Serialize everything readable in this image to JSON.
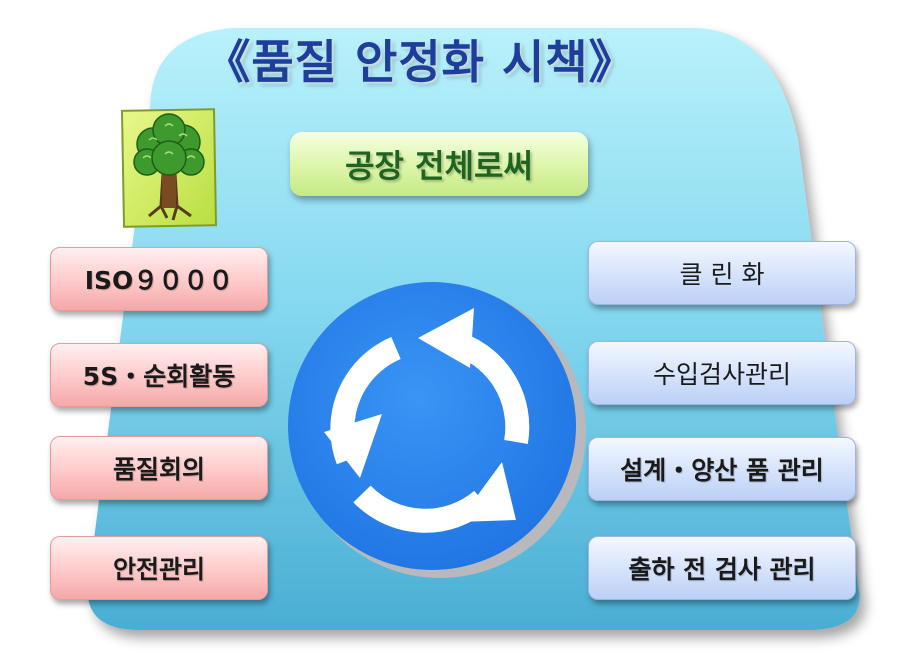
{
  "title": "《품질 안정화 시책》",
  "subtitle": "공장 전체로써",
  "tree_icon": "tree-icon",
  "cycle_icon": "circular-arrows-icon",
  "colors": {
    "title": "#1d3f9c",
    "subtitle_text": "#1e6420",
    "left_box": "#ffc9c9",
    "right_box": "#d4e2fb",
    "circle": "#2f86f0",
    "backdrop_top": "#9fe8f6",
    "backdrop_bottom": "#4fb7d9"
  },
  "left_items": [
    "ISO９０００",
    "5S・순회활동",
    "품질회의",
    "안전관리"
  ],
  "right_items": [
    "클 린 화",
    "수입검사관리",
    "설계・양산 품 관리",
    "출하 전 검사 관리"
  ]
}
